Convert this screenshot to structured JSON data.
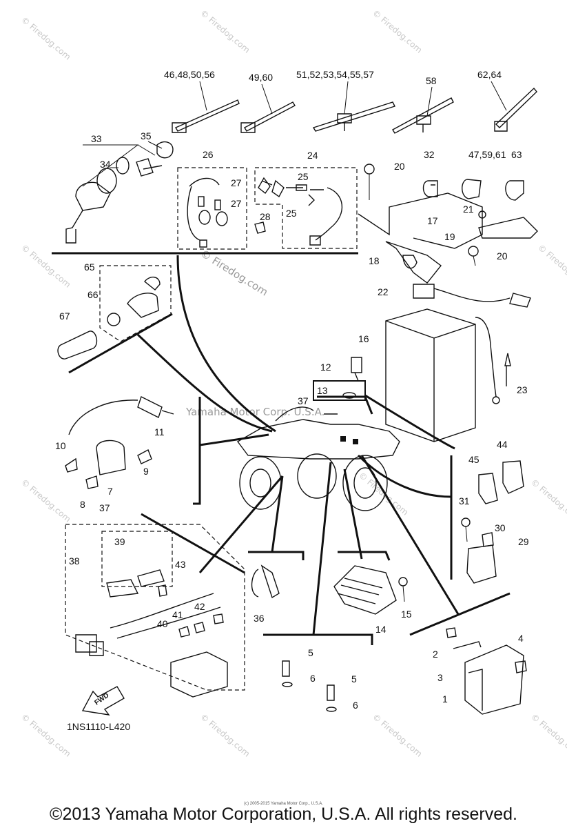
{
  "diagram": {
    "drawing_number": "1NS1110-L420",
    "fwd_label": "FWD",
    "copyright": "©2013 Yamaha Motor Corporation, U.S.A. All rights reserved.",
    "copyright_small": "(c) 2005-2015 Yamaha Motor Corp., U.S.A.",
    "center_watermark": "Yamaha Motor Corp. U.S.A.",
    "mid_watermark": "© Firedog.com",
    "watermark_text": "© Firedog.com",
    "labels": {
      "l_46_48_50_56": "46,48,50,56",
      "l_49_60": "49,60",
      "l_51_57": "51,52,53,54,55,57",
      "l_58": "58",
      "l_62_64": "62,64",
      "l_33": "33",
      "l_35": "35",
      "l_34": "34",
      "l_26": "26",
      "l_27a": "27",
      "l_27b": "27",
      "l_24": "24",
      "l_25a": "25",
      "l_25b": "25",
      "l_28": "28",
      "l_32": "32",
      "l_47_59_61": "47,59,61",
      "l_63": "63",
      "l_20a": "20",
      "l_21": "21",
      "l_17": "17",
      "l_19": "19",
      "l_20b": "20",
      "l_18": "18",
      "l_22": "22",
      "l_16": "16",
      "l_23": "23",
      "l_65": "65",
      "l_66": "66",
      "l_67": "67",
      "l_12": "12",
      "l_13": "13",
      "l_37a": "37",
      "l_11": "11",
      "l_10": "10",
      "l_9": "9",
      "l_7": "7",
      "l_8": "8",
      "l_44": "44",
      "l_45": "45",
      "l_31": "31",
      "l_30": "30",
      "l_29": "29",
      "l_37b": "37",
      "l_38": "38",
      "l_39": "39",
      "l_43": "43",
      "l_36": "36",
      "l_42": "42",
      "l_41": "41",
      "l_40": "40",
      "l_14": "14",
      "l_15": "15",
      "l_4": "4",
      "l_2": "2",
      "l_3": "3",
      "l_1": "1",
      "l_5a": "5",
      "l_6a": "6",
      "l_5b": "5",
      "l_6b": "6"
    }
  }
}
